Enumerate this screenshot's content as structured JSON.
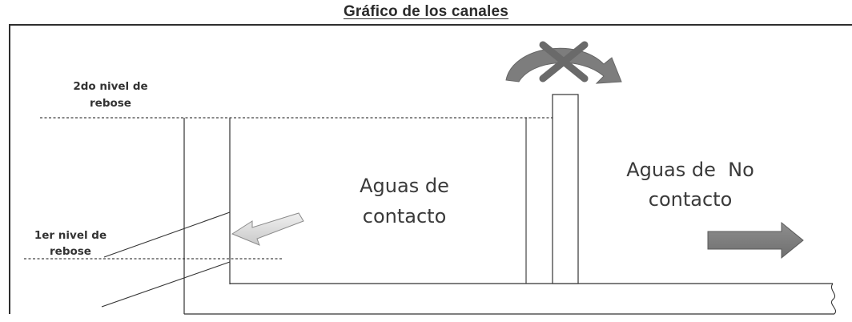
{
  "title": "Gráfico de los canales",
  "labels": {
    "second_overflow_line1": "2do nivel de",
    "second_overflow_line2": "rebose",
    "first_overflow_line1": "1er nivel de",
    "first_overflow_line2": "rebose",
    "contact_water_line1": "Aguas de",
    "contact_water_line2": "contacto",
    "noncontact_water_line1": "Aguas de  No",
    "noncontact_water_line2": "contacto"
  },
  "icons": {
    "blocked_flow": "curved-arrow-with-x-icon",
    "contact_flow": "left-arrow-icon",
    "noncontact_flow": "right-arrow-icon"
  },
  "colors": {
    "lines": "#333333",
    "noncontact_arrow": "#7d7d7d",
    "contact_arrow": "#dcdcdc",
    "blocked_arrow": "#808080"
  }
}
